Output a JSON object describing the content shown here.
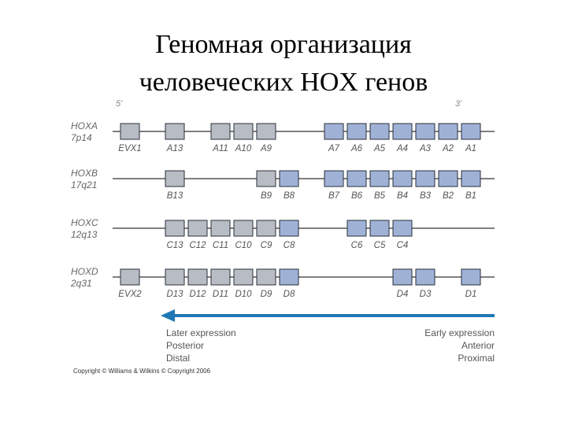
{
  "title": [
    "Геномная организация",
    "человеческих HOX генов"
  ],
  "ends": {
    "five_prime": "5'",
    "three_prime": "3'"
  },
  "colors": {
    "grey_box": "#b8bcc4",
    "blue_box": "#9fb2d6",
    "box_border": "#2a2f3a",
    "line": "#333333",
    "arrow": "#1f78b4"
  },
  "clusters": [
    {
      "name": "HOXA",
      "locus": "7p14",
      "genes": [
        {
          "label": "EVX1",
          "slot": 0,
          "kind": "grey"
        },
        {
          "label": "A13",
          "slot": 1,
          "kind": "grey"
        },
        {
          "label": "A11",
          "slot": 3,
          "kind": "grey"
        },
        {
          "label": "A10",
          "slot": 4,
          "kind": "grey"
        },
        {
          "label": "A9",
          "slot": 5,
          "kind": "grey"
        },
        {
          "label": "A7",
          "slot": 7,
          "kind": "blue"
        },
        {
          "label": "A6",
          "slot": 8,
          "kind": "blue"
        },
        {
          "label": "A5",
          "slot": 9,
          "kind": "blue"
        },
        {
          "label": "A4",
          "slot": 10,
          "kind": "blue"
        },
        {
          "label": "A3",
          "slot": 11,
          "kind": "blue"
        },
        {
          "label": "A2",
          "slot": 12,
          "kind": "blue"
        },
        {
          "label": "A1",
          "slot": 13,
          "kind": "blue"
        }
      ]
    },
    {
      "name": "HOXB",
      "locus": "17q21",
      "genes": [
        {
          "label": "B13",
          "slot": 1,
          "kind": "grey"
        },
        {
          "label": "B9",
          "slot": 5,
          "kind": "grey"
        },
        {
          "label": "B8",
          "slot": 6,
          "kind": "blue"
        },
        {
          "label": "B7",
          "slot": 7,
          "kind": "blue"
        },
        {
          "label": "B6",
          "slot": 8,
          "kind": "blue"
        },
        {
          "label": "B5",
          "slot": 9,
          "kind": "blue"
        },
        {
          "label": "B4",
          "slot": 10,
          "kind": "blue"
        },
        {
          "label": "B3",
          "slot": 11,
          "kind": "blue"
        },
        {
          "label": "B2",
          "slot": 12,
          "kind": "blue"
        },
        {
          "label": "B1",
          "slot": 13,
          "kind": "blue"
        }
      ]
    },
    {
      "name": "HOXC",
      "locus": "12q13",
      "genes": [
        {
          "label": "C13",
          "slot": 1,
          "kind": "grey"
        },
        {
          "label": "C12",
          "slot": 2,
          "kind": "grey"
        },
        {
          "label": "C11",
          "slot": 3,
          "kind": "grey"
        },
        {
          "label": "C10",
          "slot": 4,
          "kind": "grey"
        },
        {
          "label": "C9",
          "slot": 5,
          "kind": "grey"
        },
        {
          "label": "C8",
          "slot": 6,
          "kind": "blue"
        },
        {
          "label": "C6",
          "slot": 8,
          "kind": "blue"
        },
        {
          "label": "C5",
          "slot": 9,
          "kind": "blue"
        },
        {
          "label": "C4",
          "slot": 10,
          "kind": "blue"
        }
      ]
    },
    {
      "name": "HOXD",
      "locus": "2q31",
      "genes": [
        {
          "label": "EVX2",
          "slot": 0,
          "kind": "grey"
        },
        {
          "label": "D13",
          "slot": 1,
          "kind": "grey"
        },
        {
          "label": "D12",
          "slot": 2,
          "kind": "grey"
        },
        {
          "label": "D11",
          "slot": 3,
          "kind": "grey"
        },
        {
          "label": "D10",
          "slot": 4,
          "kind": "grey"
        },
        {
          "label": "D9",
          "slot": 5,
          "kind": "grey"
        },
        {
          "label": "D8",
          "slot": 6,
          "kind": "blue"
        },
        {
          "label": "D4",
          "slot": 10,
          "kind": "blue"
        },
        {
          "label": "D3",
          "slot": 11,
          "kind": "blue"
        },
        {
          "label": "D1",
          "slot": 13,
          "kind": "blue"
        }
      ]
    }
  ],
  "expression": {
    "left": [
      "Later expression",
      "Posterior",
      "Distal"
    ],
    "right": [
      "Early expression",
      "Anterior",
      "Proximal"
    ]
  },
  "copyright": "Copyright © Williams & Wilkins © Copyright 2006"
}
